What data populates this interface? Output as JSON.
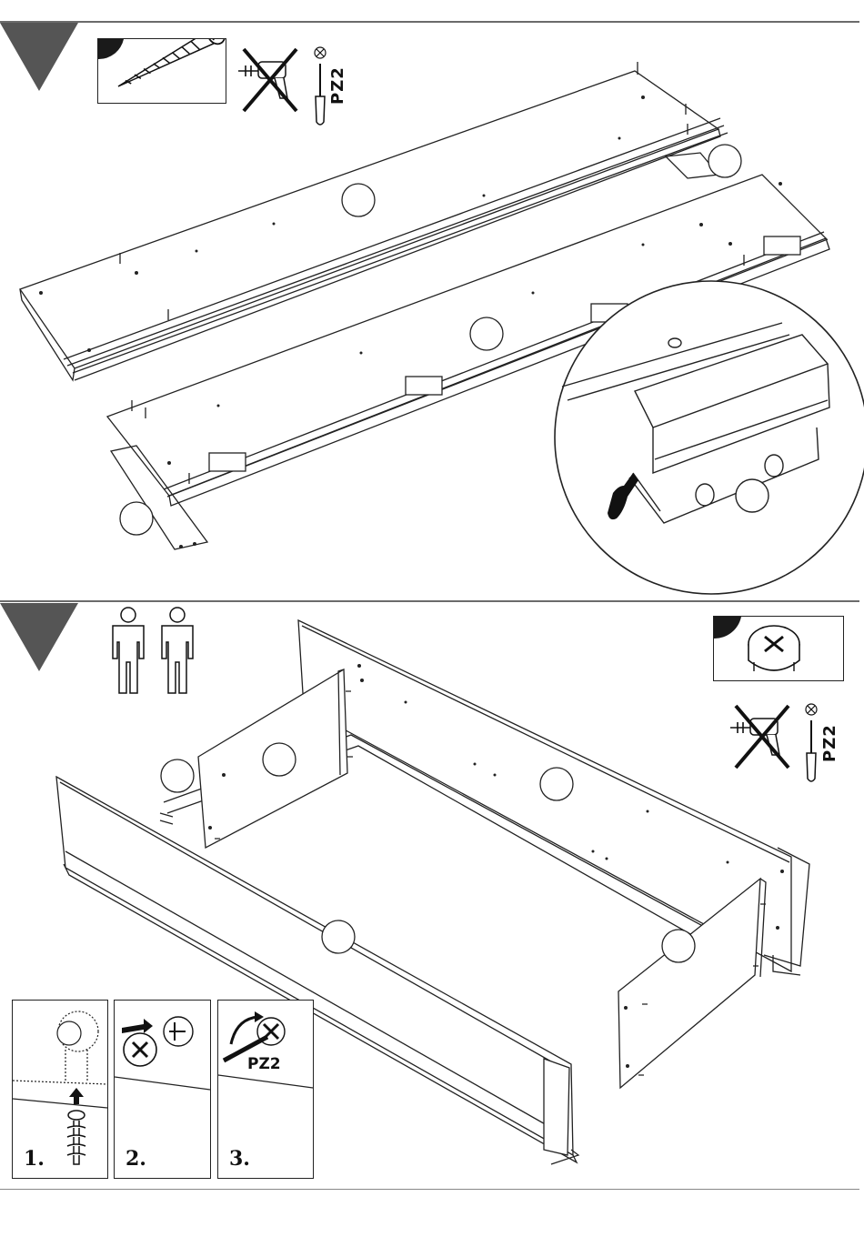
{
  "steps": [
    {
      "tool_label": "PZ2",
      "icons": [
        "step-marker",
        "screw-icon",
        "no-power-drill-icon",
        "screwdriver-icon",
        "finger-press-icon"
      ]
    },
    {
      "tool_label": "PZ2",
      "people_count": 2,
      "icons": [
        "step-marker",
        "two-person-icon",
        "cam-lock-fitting-icon",
        "no-power-drill-icon",
        "screwdriver-icon"
      ],
      "details": [
        {
          "number": "1.",
          "label": ""
        },
        {
          "number": "2.",
          "label": ""
        },
        {
          "number": "3.",
          "label": "PZ2"
        }
      ]
    }
  ]
}
